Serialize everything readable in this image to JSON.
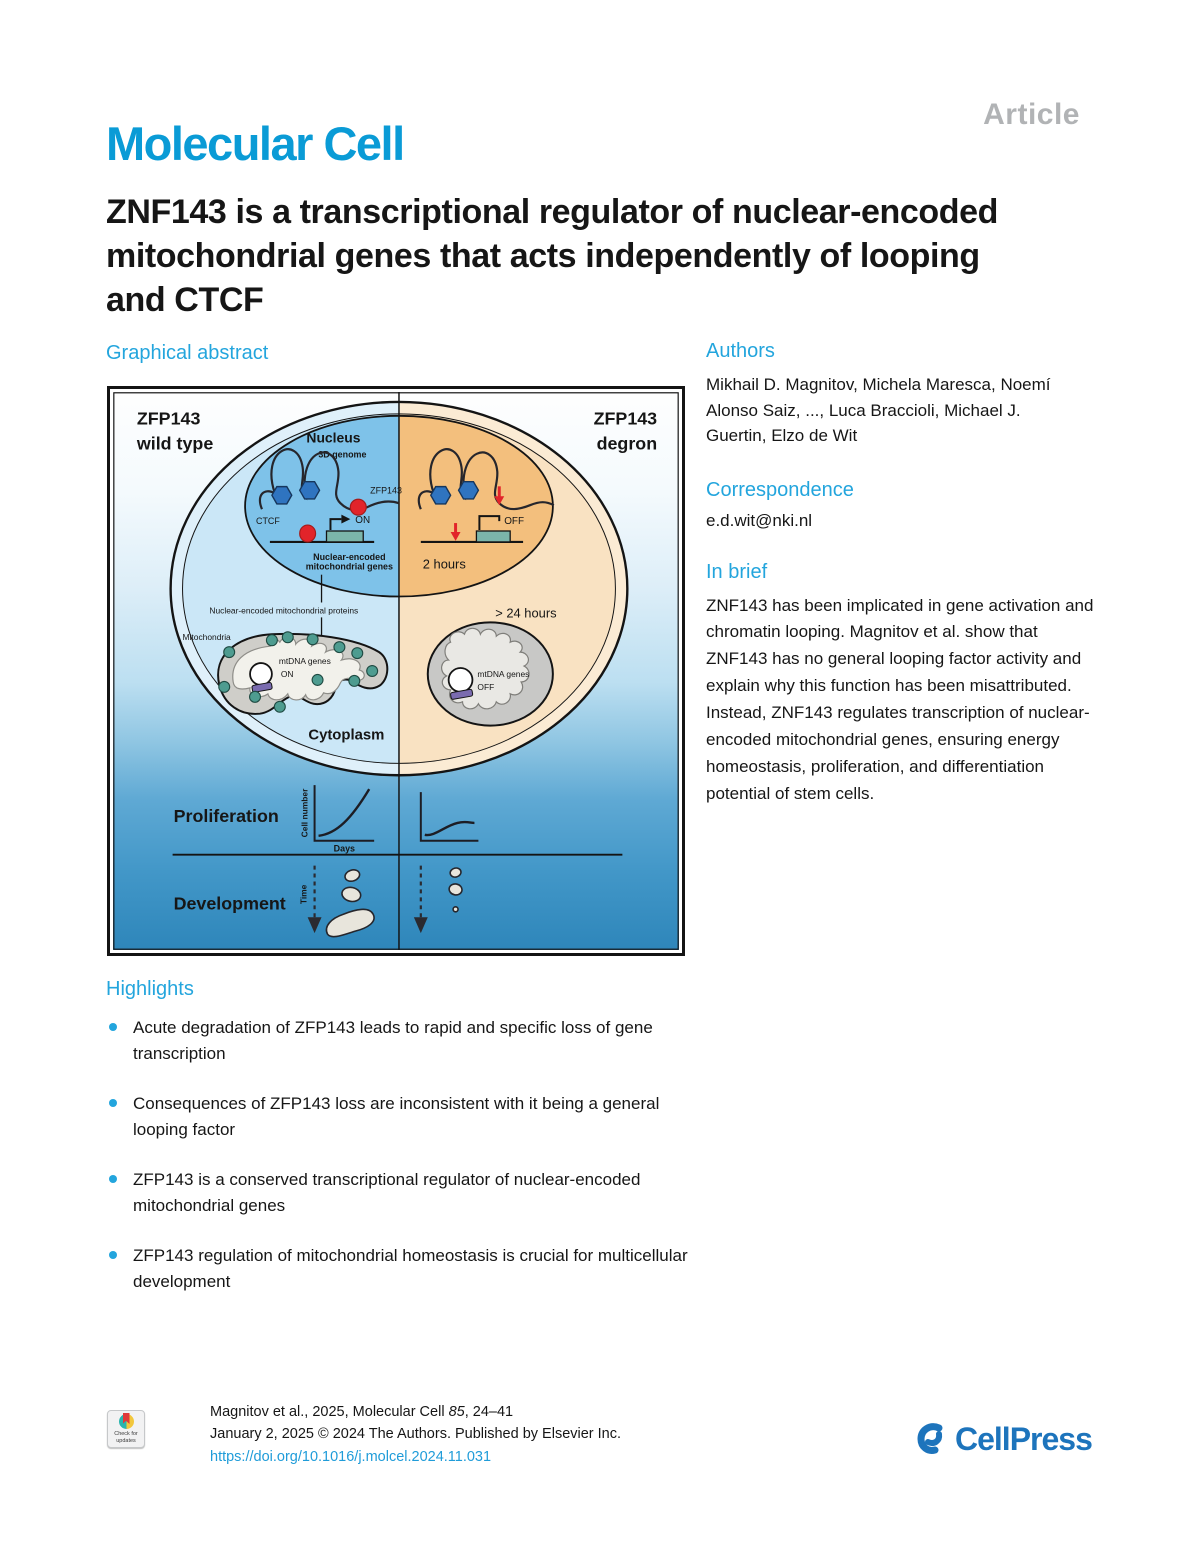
{
  "header": {
    "article_label": "Article",
    "journal_name": "Molecular Cell",
    "title": "ZNF143 is a transcriptional regulator of nuclear-encoded mitochondrial genes that acts independently of looping and CTCF"
  },
  "graphical_abstract": {
    "heading": "Graphical abstract",
    "figure": {
      "panel_left_line1": "ZFP143",
      "panel_left_line2": "wild type",
      "panel_right_line1": "ZFP143",
      "panel_right_line2": "degron",
      "nucleus": "Nucleus",
      "genome_3d": "3D genome",
      "ctcf": "CTCF",
      "zfp143": "ZFP143",
      "on": "ON",
      "off": "OFF",
      "nuclear_genes_line1": "Nuclear-encoded",
      "nuclear_genes_line2": "mitochondrial genes",
      "two_hours": "2 hours",
      "over_24_hours": "> 24 hours",
      "nuclear_proteins": "Nuclear-encoded mitochondrial proteins",
      "mitochondria": "Mitochondria",
      "mtdna_genes": "mtDNA genes",
      "cytoplasm": "Cytoplasm",
      "proliferation": "Proliferation",
      "cell_number": "Cell number",
      "days": "Days",
      "development": "Development",
      "time": "Time"
    }
  },
  "authors_section": {
    "heading": "Authors",
    "names": "Mikhail D. Magnitov, Michela Maresca, Noemí Alonso Saiz, ..., Luca Braccioli, Michael J. Guertin, Elzo de Wit"
  },
  "correspondence": {
    "heading": "Correspondence",
    "email": "e.d.wit@nki.nl"
  },
  "in_brief": {
    "heading": "In brief",
    "text": "ZNF143 has been implicated in gene activation and chromatin looping. Magnitov et al. show that ZNF143 has no general looping factor activity and explain why this function has been misattributed. Instead, ZNF143 regulates transcription of nuclear-encoded mitochondrial genes, ensuring energy homeostasis, proliferation, and differentiation potential of stem cells."
  },
  "highlights": {
    "heading": "Highlights",
    "items": [
      "Acute degradation of ZFP143 leads to rapid and specific loss of gene transcription",
      "Consequences of ZFP143 loss are inconsistent with it being a general looping factor",
      "ZFP143 is a conserved transcriptional regulator of nuclear-encoded mitochondrial genes",
      "ZFP143 regulation of mitochondrial homeostasis is crucial for multicellular development"
    ]
  },
  "footer": {
    "badge_line1": "Check for",
    "badge_line2": "updates",
    "citation_prefix": "Magnitov et al., 2025, Molecular Cell ",
    "citation_volume": "85",
    "citation_suffix": ", 24–41",
    "date_line": "January 2, 2025 © 2024 The Authors. Published by Elsevier Inc.",
    "doi": "https://doi.org/10.1016/j.molcel.2024.11.031",
    "cellpress": "CellPress"
  },
  "colors": {
    "journal_cyan": "#0a9bd6",
    "heading_cyan": "#23a5dd",
    "article_gray": "#b1b3b5",
    "link_blue": "#1f9cd9",
    "cellpress_blue": "#1d74bc",
    "figure_cell_blue": "#cbe7f7",
    "figure_nucleus_blue": "#7ec2e9",
    "figure_cell_orange": "#f9e2c2",
    "figure_nucleus_orange": "#f3bf7d",
    "ctcf_blue": "#2f74c0",
    "zfp143_red": "#e2242a",
    "gene_teal": "#7bb5aa",
    "cytoplasm_red": "#a83430"
  }
}
